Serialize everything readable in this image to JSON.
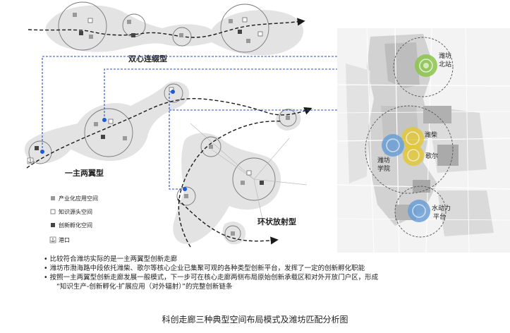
{
  "patterns": {
    "dual_core": "双心连缀型",
    "one_main_two_wings": "一主两翼型",
    "ring_radial": "环状放射型"
  },
  "legend": {
    "industrial": "产业化应用空间",
    "knowledge": "知识源头空间",
    "incubation": "创新孵化空间",
    "port": "港口"
  },
  "map_labels": {
    "north_station_1": "潍坊",
    "north_station_2": "北站",
    "weichai": "潍柴",
    "goertek": "歌尔",
    "college_1": "潍坊",
    "college_2": "学院",
    "hydro_1": "水动力",
    "hydro_2": "平台"
  },
  "bullets": [
    "比较符合潍坊实际的是一主两翼型创新走廊",
    "潍坊市渤海路中段依托潍柴、歌尔等核心企业已集聚可观的各种类型创新平台，发挥了一定的创新孵化职能",
    "按照一主两翼型创新走廊发展一般模式，下一步可在核心走廊两侧布局原始创新承载区和对外开放门户区，形成",
    "“知识生产-创新孵化-扩展应用（对外辐射）”的完整创新链条"
  ],
  "caption": "科创走廊三种典型空间布局模式及潍坊匹配分析图",
  "colors": {
    "dash_blue": "#2a4fc4",
    "node_blue": "#1f5ad6",
    "green": "#8cc44a",
    "yellow": "#e2c83a",
    "blue_circle": "#6a9fd6"
  }
}
